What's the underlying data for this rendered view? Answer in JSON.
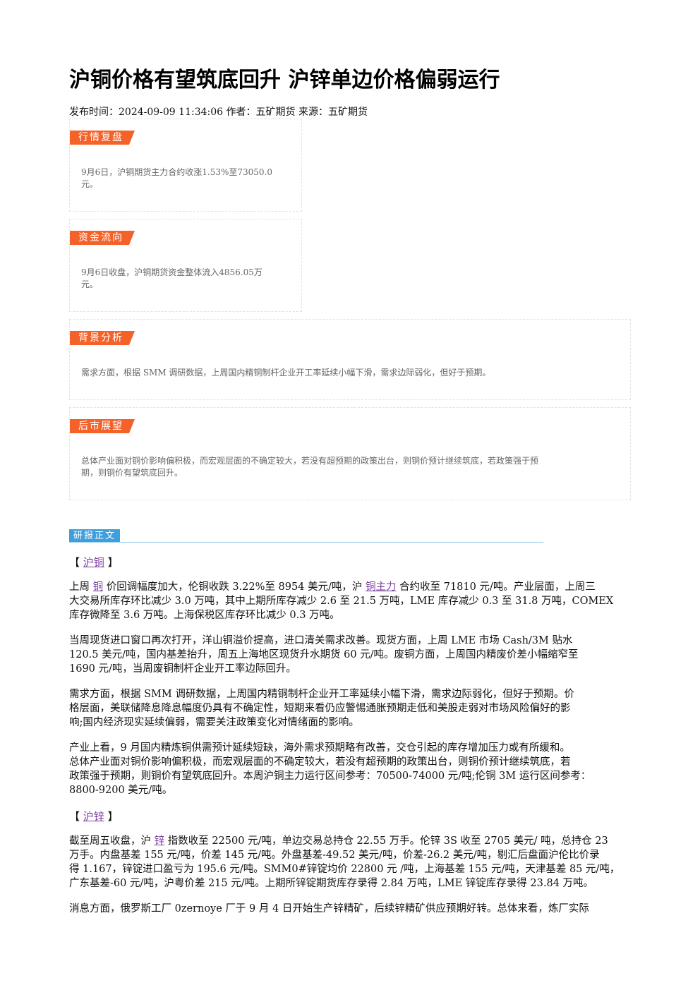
{
  "title": "沪铜价格有望筑底回升 沪锌单边价格偏弱运行",
  "meta": "发布时间：2024-09-09 11:34:06 作者：五矿期货 来源：五矿期货",
  "boxes": {
    "market": {
      "tag": "行情复盘",
      "text_1": "9月6日，沪铜期货主力合约收涨1.53%至73050.0",
      "text_2": "元。"
    },
    "fund": {
      "tag": "资金流向",
      "text_1": "9月6日收盘，沪铜期货资金整体流入4856.05万",
      "text_2": "元。"
    },
    "background": {
      "tag": "背景分析",
      "text_1": "需求方面，根据 SMM 调研数据，上周国内精铜制杆企业开工率延续小幅下滑，需求边际弱化，但好于预期。"
    },
    "outlook": {
      "tag": "后市展望",
      "text_1": "总体产业面对铜价影响偏积极，而宏观层面的不确定较大，若没有超预期的政策出台，则铜价预计继续筑底，若政策强于预",
      "text_2": "期，则铜价有望筑底回升。"
    }
  },
  "report": {
    "tag": "研报正文",
    "copper": {
      "head_open": "【",
      "head_link": "沪铜",
      "head_close": "】",
      "p1_a": "上周",
      "p1_link1": "铜",
      "p1_b": "价回调幅度加大，伦铜收跌 3.22%至 8954 美元/吨，沪",
      "p1_link2": "铜主力",
      "p1_c": "合约收至 71810 元/吨。产业层面，上周三",
      "p1_l2": "大交易所库存环比减少 3.0 万吨，其中上期所库存减少 2.6 至 21.5 万吨，LME 库存减少 0.3 至 31.8 万吨，COMEX",
      "p1_l3": "库存微降至 3.6 万吨。上海保税区库存环比减少 0.3 万吨。",
      "p2_l1": "当周现货进口窗口再次打开，洋山铜溢价提高，进口清关需求改善。现货方面，上周 LME 市场 Cash/3M 贴水",
      "p2_l2": "120.5 美元/吨，国内基差抬升，周五上海地区现货升水期货 60 元/吨。废铜方面，上周国内精废价差小幅缩窄至",
      "p2_l3": "1690 元/吨，当周废铜制杆企业开工率边际回升。",
      "p3_l1": "需求方面，根据 SMM 调研数据，上周国内精铜制杆企业开工率延续小幅下滑，需求边际弱化，但好于预期。价",
      "p3_l2": "格层面，美联储降息降息幅度仍具有不确定性，短期来看仍应警惕通胀预期走低和美股走弱对市场风险偏好的影",
      "p3_l3": "响;国内经济现实延续偏弱，需要关注政策变化对情绪面的影响。",
      "p4_l1": "产业上看，9 月国内精炼铜供需预计延续短缺，海外需求预期略有改善，交仓引起的库存增加压力或有所缓和。",
      "p4_l2": "总体产业面对铜价影响偏积极，而宏观层面的不确定较大，若没有超预期的政策出台，则铜价预计继续筑底，若",
      "p4_l3": "政策强于预期，则铜价有望筑底回升。本周沪铜主力运行区间参考：70500-74000 元/吨;伦铜 3M 运行区间参考：",
      "p4_l4": "8800-9200 美元/吨。"
    },
    "zinc": {
      "head_open": "【",
      "head_link": "沪锌",
      "head_close": "】",
      "p1_a": "截至周五收盘，沪",
      "p1_link": "锌",
      "p1_b": "指数收至 22500 元/吨，单边交易总持仓 22.55 万手。伦锌 3S 收至 2705 美元/ 吨，总持仓 23",
      "p1_l2": "万手。内盘基差 155 元/吨，价差 145 元/吨。外盘基差-49.52 美元/吨，价差-26.2 美元/吨，剔汇后盘面沪伦比价录",
      "p1_l3": "得 1.167，锌锭进口盈亏为 195.6 元/吨。SMM0#锌锭均价 22800 元 /吨，上海基差 155 元/吨，天津基差 85 元/吨，",
      "p1_l4": "广东基差-60 元/吨，沪粤价差 215 元/吨。上期所锌锭期货库存录得 2.84 万吨，LME 锌锭库存录得 23.84 万吨。",
      "p2_l1": "消息方面，俄罗斯工厂 0zernoye 厂于 9 月 4 日开始生产锌精矿，后续锌精矿供应预期好转。总体来看，炼厂实际"
    }
  }
}
